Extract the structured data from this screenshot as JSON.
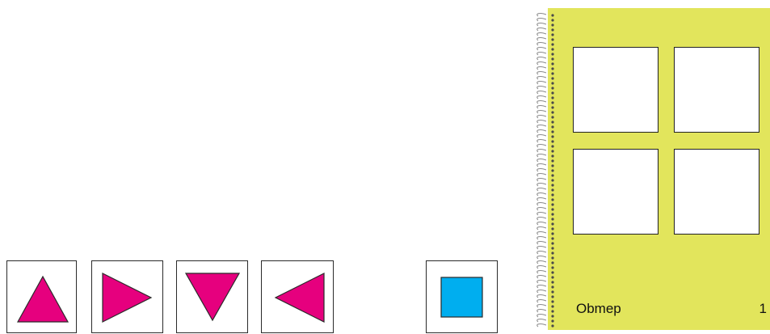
{
  "colors": {
    "triangle_fill": "#e6007e",
    "square_fill": "#00aeef",
    "cover": "#e2e55c",
    "outline": "#2a2a2a"
  },
  "cards": [
    {
      "shape": "triangle-up-icon"
    },
    {
      "shape": "triangle-right-icon"
    },
    {
      "shape": "triangle-down-icon"
    },
    {
      "shape": "triangle-left-icon"
    },
    {
      "shape": "square-icon"
    }
  ],
  "notebook": {
    "title": "Obmep",
    "page_number": "1",
    "slots": 4
  }
}
